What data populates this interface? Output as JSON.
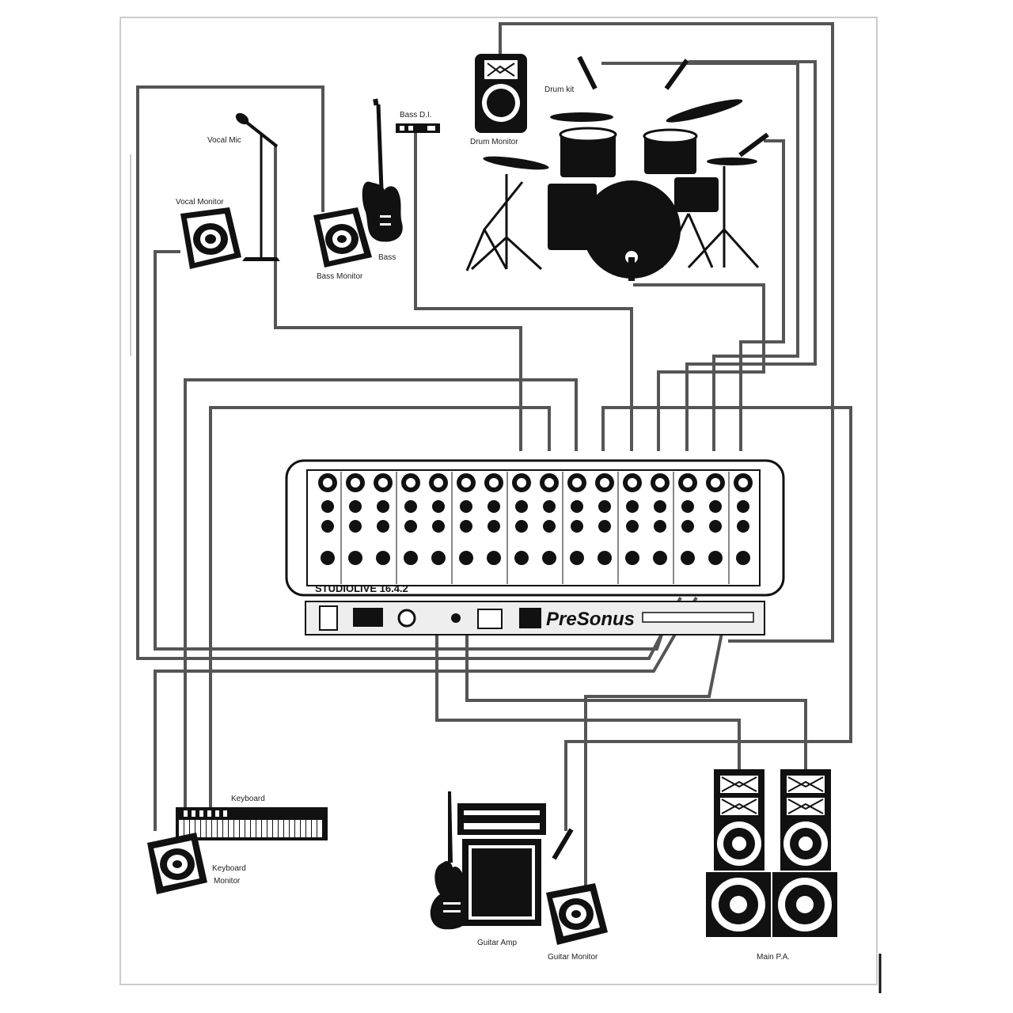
{
  "mixer": {
    "model": "STUDIOLIVE 16.4.2",
    "brand": "PreSonus"
  },
  "labels": {
    "vocal_mic": "Vocal Mic",
    "vocal_monitor": "Vocal Monitor",
    "bass_di": "Bass D.I.",
    "bass": "Bass",
    "bass_monitor": "Bass Monitor",
    "drum_kit": "Drum kit",
    "drum_monitor": "Drum Monitor",
    "keyboard": "Keyboard",
    "keyboard_monitor_line1": "Keyboard",
    "keyboard_monitor_line2": "Monitor",
    "guitar_amp": "Guitar Amp",
    "guitar_monitor": "Guitar Monitor",
    "main_pa": "Main P.A."
  },
  "colors": {
    "ink": "#111111",
    "cable": "#555555",
    "frame": "#cccccc"
  }
}
